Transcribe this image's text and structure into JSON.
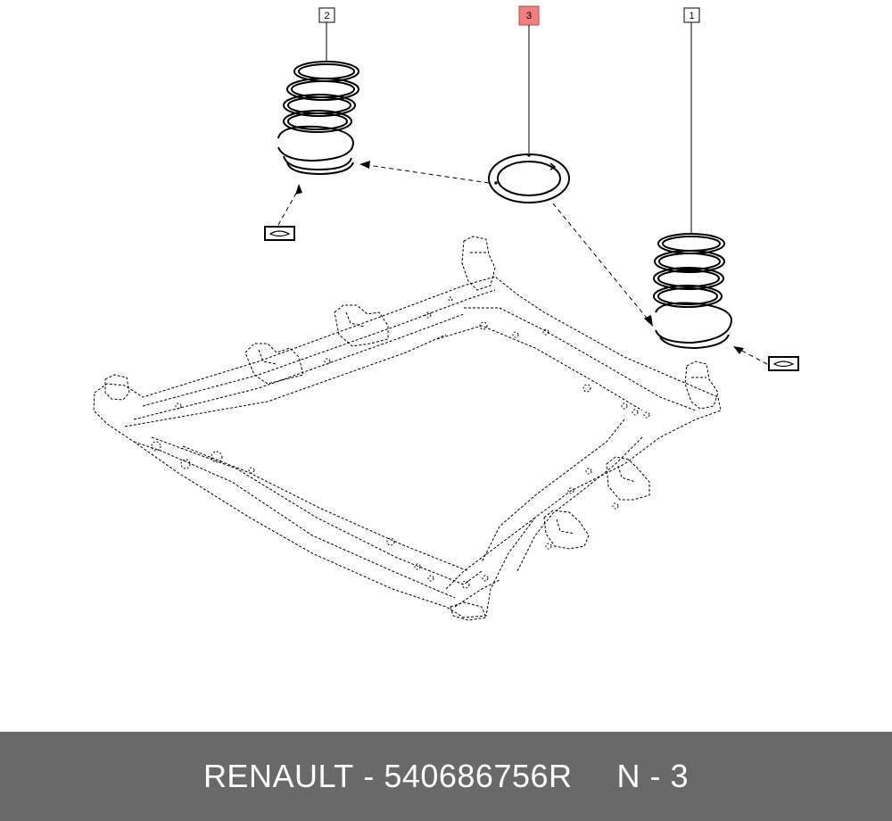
{
  "callouts": [
    {
      "id": "2",
      "label": "2",
      "part": "left-coil-spring"
    },
    {
      "id": "3",
      "label": "3",
      "part": "spring-seat-insulator",
      "highlighted": true
    },
    {
      "id": "1",
      "label": "1",
      "part": "right-coil-spring"
    }
  ],
  "colors": {
    "highlight_fill": "#f08080",
    "highlight_stroke": "#c04040",
    "footer_bg": "#696969",
    "footer_text": "#ffffff",
    "line": "#000000"
  },
  "footer": {
    "brand": "RENAULT",
    "dash": "-",
    "part_number": "540686756R",
    "position": "N - 3"
  }
}
